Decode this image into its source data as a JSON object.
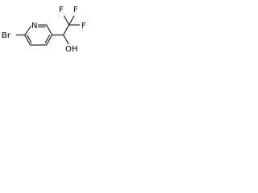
{
  "molecule": {
    "atoms": {
      "bromine": "Br",
      "nitrogen": "N",
      "fluorine_1": "F",
      "fluorine_2": "F",
      "fluorine_3": "F",
      "hydroxyl": "OH"
    },
    "colors": {
      "bond": "#000000",
      "label": "#000000",
      "background": "#ffffff"
    }
  }
}
